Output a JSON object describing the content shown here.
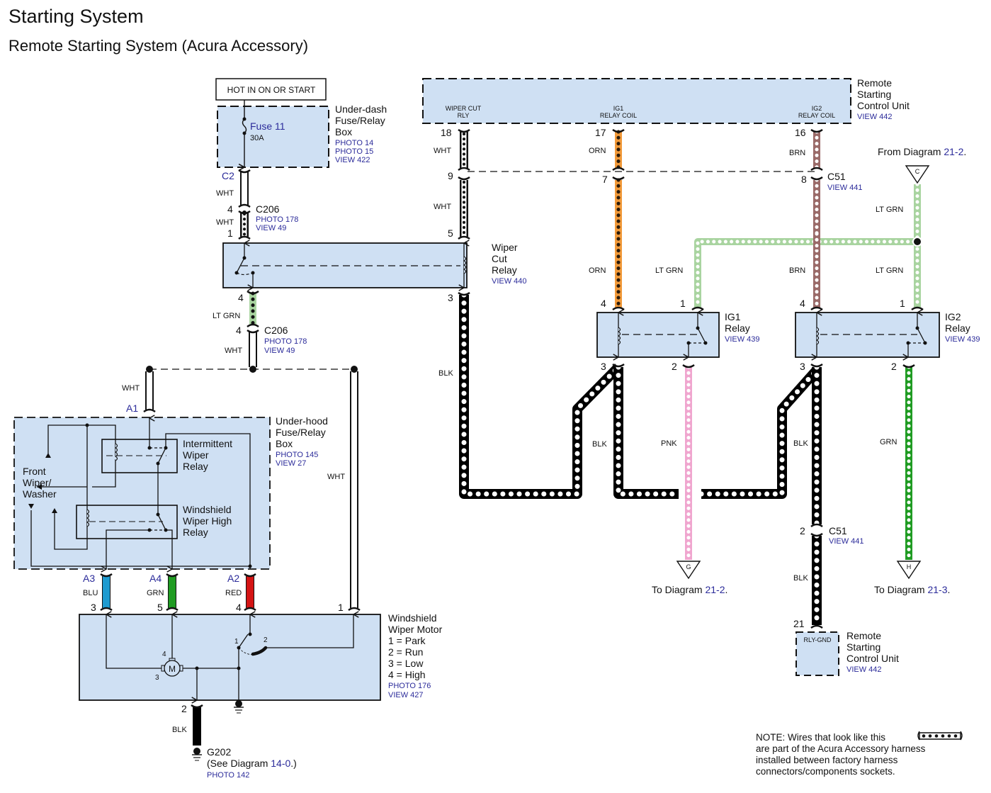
{
  "page": {
    "title": "Starting System",
    "subtitle": "Remote Starting System (Acura Accessory)"
  },
  "colors": {
    "box_fill": "#cfe0f3",
    "ref_text": "#2b2b9a",
    "wire_orange": "#f29a3a",
    "wire_brown": "#9a6a68",
    "wire_lt_green": "#a9d4a0",
    "wire_green": "#1f9b22",
    "wire_pink": "#f0a6cf",
    "wire_blue": "#1e9bd0",
    "wire_red": "#d41414",
    "wire_black": "#000000"
  },
  "components": {
    "hot_label": "HOT IN ON OR START",
    "underdash": {
      "name": [
        "Under-dash",
        "Fuse/Relay",
        "Box"
      ],
      "refs": [
        "PHOTO 14",
        "PHOTO 15",
        "VIEW 422"
      ],
      "fuse": "Fuse 11",
      "fuse_rating": "30A",
      "connector": "C2"
    },
    "c206_top": {
      "name": "C206",
      "refs": [
        "PHOTO 178",
        "VIEW 49"
      ],
      "pin_top": "4",
      "pin_bottom": "1"
    },
    "wiper_cut_relay": {
      "name": [
        "Wiper",
        "Cut",
        "Relay"
      ],
      "refs": [
        "VIEW 440"
      ],
      "pins": {
        "left_top": "1",
        "right_top": "5",
        "left_bottom": "4",
        "right_bottom": "3"
      }
    },
    "c206_mid": {
      "name": "C206",
      "refs": [
        "PHOTO 178",
        "VIEW 49"
      ],
      "pin_top": "4",
      "pin_bottom": "4"
    },
    "rscu_top": {
      "name": [
        "Remote",
        "Starting",
        "Control Unit"
      ],
      "refs": [
        "VIEW 442"
      ],
      "terminals": [
        "WIPER CUT\nRLY",
        "IG1\nRELAY COIL",
        "IG2\nRELAY COIL"
      ],
      "terminal_lines": [
        [
          "WIPER CUT",
          "RLY"
        ],
        [
          "IG1",
          "RELAY COIL"
        ],
        [
          "IG2",
          "RELAY COIL"
        ]
      ],
      "pins": [
        "18",
        "17",
        "16"
      ]
    },
    "c51_top": {
      "name": "C51",
      "refs": [
        "VIEW 441"
      ],
      "pins": [
        "9",
        "7",
        "8"
      ]
    },
    "ig1_relay": {
      "name": [
        "IG1",
        "Relay"
      ],
      "refs": [
        "VIEW 439"
      ],
      "pins": {
        "top_left": "4",
        "top_right": "1",
        "bottom_left": "3",
        "bottom_right": "2"
      }
    },
    "ig2_relay": {
      "name": [
        "IG2",
        "Relay"
      ],
      "refs": [
        "VIEW 439"
      ],
      "pins": {
        "top_left": "4",
        "top_right": "1",
        "bottom_left": "3",
        "bottom_right": "2"
      }
    },
    "underhood": {
      "name": [
        "Under-hood",
        "Fuse/Relay",
        "Box"
      ],
      "refs": [
        "PHOTO 145",
        "VIEW 27"
      ],
      "intermittent_relay": [
        "Intermittent",
        "Wiper",
        "Relay"
      ],
      "high_relay": [
        "Windshield",
        "Wiper High",
        "Relay"
      ],
      "front_wiper": [
        "Front",
        "Wiper/",
        "Washer"
      ],
      "connectors": [
        "A1",
        "A3",
        "A4",
        "A2"
      ]
    },
    "wiper_motor": {
      "name": [
        "Windshield",
        "Wiper Motor"
      ],
      "legend": [
        "1 = Park",
        "2 = Run",
        "3 = Low",
        "4 = High"
      ],
      "refs": [
        "PHOTO 176",
        "VIEW 427"
      ],
      "pins": [
        "3",
        "5",
        "4",
        "1",
        "2"
      ],
      "motor_symbol": "M",
      "switch_pins": [
        "1",
        "2"
      ],
      "motor_pins": [
        "4",
        "3"
      ]
    },
    "g202": {
      "name": "G202",
      "see_prefix": "(See",
      "see_diagram": "Diagram",
      "see_ref": "14-0",
      "see_suffix": ".)",
      "refs": [
        "PHOTO 142"
      ]
    },
    "c51_bottom": {
      "name": "C51",
      "refs": [
        "VIEW 441"
      ],
      "pin": "2"
    },
    "rscu_bottom": {
      "name": [
        "Remote",
        "Starting",
        "Control Unit"
      ],
      "refs": [
        "VIEW 442"
      ],
      "terminal": "RLY-GND",
      "pin": "21"
    }
  },
  "wires": {
    "wht": "WHT",
    "lt_grn": "LT GRN",
    "blk": "BLK",
    "orn": "ORN",
    "brn": "BRN",
    "pnk": "PNK",
    "grn": "GRN",
    "blu": "BLU",
    "red": "RED"
  },
  "offpage": {
    "from_c": {
      "prefix": "From Diagram",
      "ref": "21-2",
      "suffix": ".",
      "letter": "C"
    },
    "to_g": {
      "prefix": "To Diagram",
      "ref": "21-2",
      "suffix": ".",
      "letter": "G"
    },
    "to_h": {
      "prefix": "To Diagram",
      "ref": "21-3",
      "suffix": ".",
      "letter": "H"
    }
  },
  "note": [
    "NOTE: Wires that look like this",
    "are part of the Acura Accessory harness",
    "installed between factory harness",
    "connectors/components sockets."
  ]
}
